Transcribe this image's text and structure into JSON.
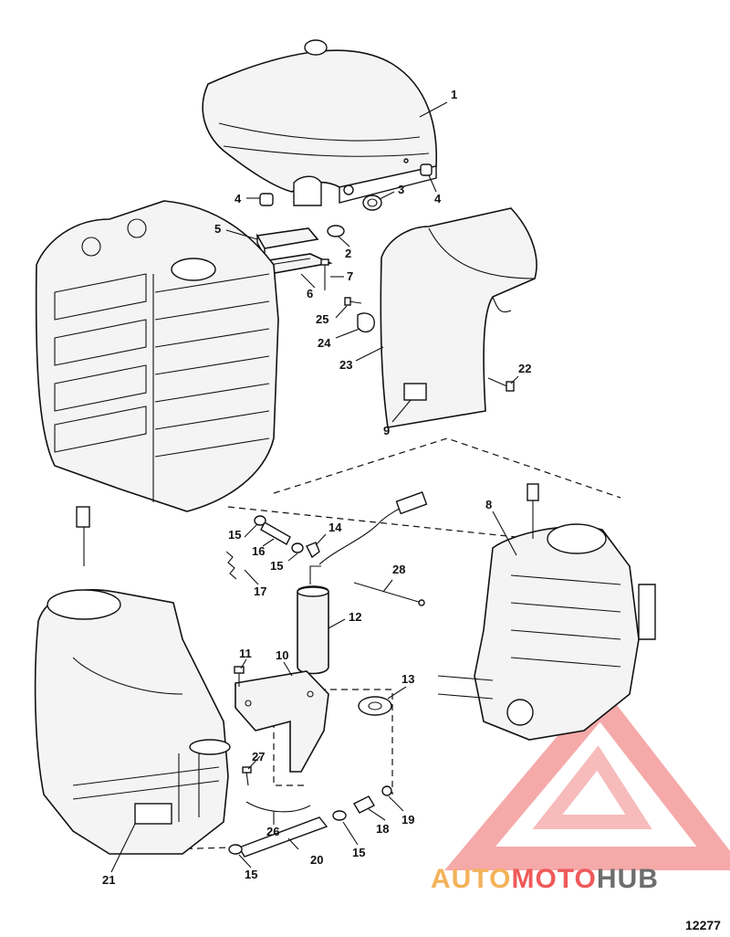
{
  "callouts": {
    "c1": "1",
    "c2": "2",
    "c3": "3",
    "c4a": "4",
    "c4b": "4",
    "c5": "5",
    "c6": "6",
    "c7": "7",
    "c8": "8",
    "c9": "9",
    "c10": "10",
    "c11": "11",
    "c12": "12",
    "c13": "13",
    "c14": "14",
    "c15a": "15",
    "c15b": "15",
    "c15c": "15",
    "c15d": "15",
    "c16": "16",
    "c17": "17",
    "c18": "18",
    "c19": "19",
    "c20": "20",
    "c21": "21",
    "c22": "22",
    "c23": "23",
    "c24": "24",
    "c25": "25",
    "c26": "26",
    "c27": "27",
    "c28": "28"
  },
  "figure_number": "12277",
  "watermark": {
    "part1": "AUTO",
    "part2": "MOTO",
    "part3": "HUB",
    "colors": {
      "auto": "#f4b25a",
      "moto": "#ef5a5a",
      "hub": "#6d6d6d"
    }
  }
}
